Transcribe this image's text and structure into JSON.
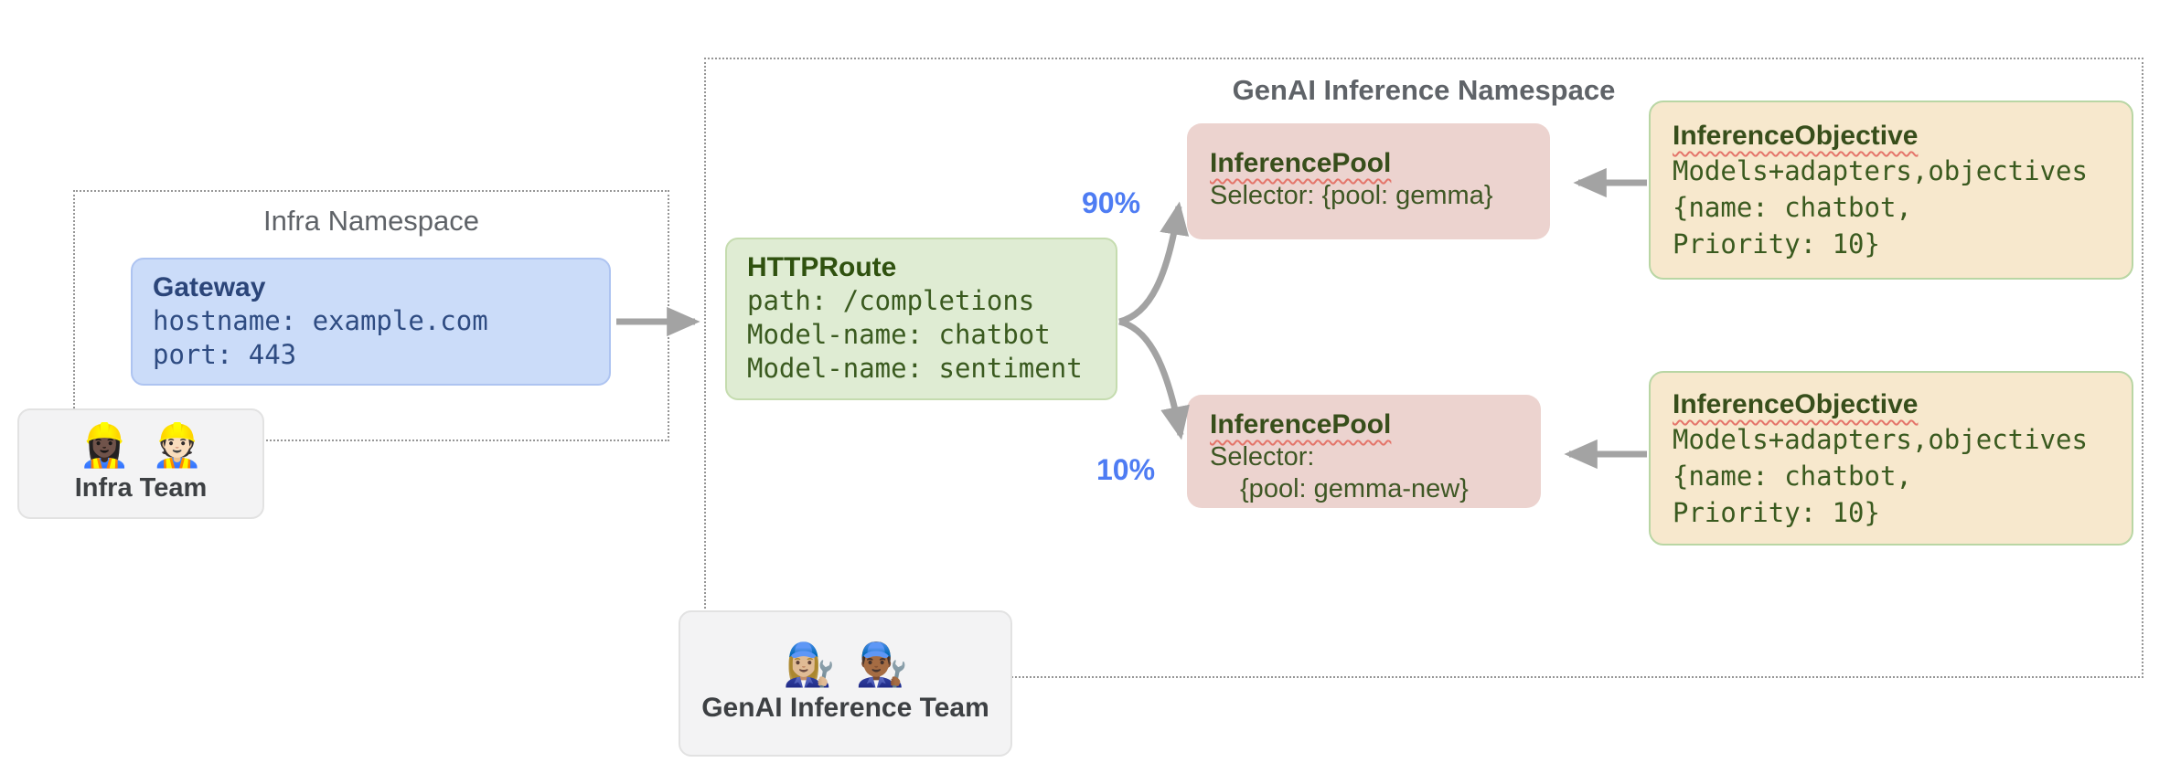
{
  "infra_namespace": {
    "label": "Infra Namespace"
  },
  "genai_namespace": {
    "label": "GenAI Inference Namespace"
  },
  "gateway": {
    "title": "Gateway",
    "lines": [
      "hostname: example.com",
      "port: 443"
    ]
  },
  "httproute": {
    "title": "HTTPRoute",
    "lines": [
      "path: /completions",
      "Model-name: chatbot",
      "Model-name: sentiment"
    ]
  },
  "split": {
    "top_percent": "90%",
    "bottom_percent": "10%"
  },
  "pools": [
    {
      "title": "InferencePool",
      "lines": [
        "Selector: {pool: gemma}"
      ]
    },
    {
      "title": "InferencePool",
      "lines": [
        "Selector:",
        "{pool: gemma-new}"
      ]
    }
  ],
  "objectives": [
    {
      "title": "InferenceObjective",
      "lines": [
        "Models+adapters,objectives",
        "{name: chatbot,",
        "Priority: 10}"
      ]
    },
    {
      "title": "InferenceObjective",
      "lines": [
        "Models+adapters,objectives",
        "{name: chatbot,",
        "Priority: 10}"
      ]
    }
  ],
  "teams": {
    "infra": {
      "label": "Infra Team",
      "emoji": [
        "👷🏿‍♀️",
        "👷🏻"
      ]
    },
    "genai": {
      "label": "GenAI Inference Team",
      "emoji": [
        "👩🏼‍🔧",
        "👨🏾‍🔧"
      ]
    }
  },
  "colors": {
    "gateway_fill": "#cbdcf9",
    "httproute_fill": "#dfecd3",
    "pool_fill": "#ecd3cf",
    "objective_fill": "#f7e8cd",
    "percent_blue": "#4e7cf3",
    "arrow_gray": "#a3a3a3",
    "namespace_gray": "#5f6368"
  }
}
